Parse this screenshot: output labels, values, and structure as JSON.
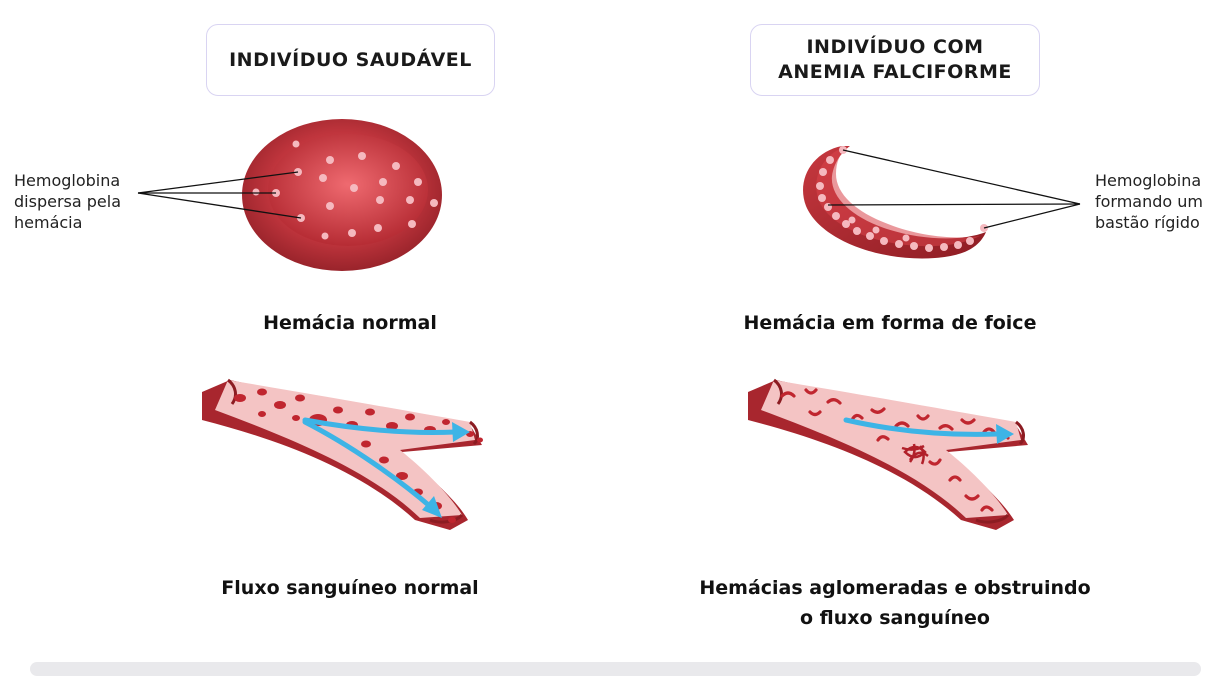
{
  "titles": {
    "left": "INDIVÍDUO SAUDÁVEL",
    "right_line1": "INDIVÍDUO COM",
    "right_line2": "ANEMIA FALCIFORME"
  },
  "annotations": {
    "left": [
      "Hemoglobina",
      "dispersa pela",
      "hemácia"
    ],
    "right": [
      "Hemoglobina",
      "formando um",
      "bastão rígido"
    ]
  },
  "captions": {
    "normal_cell": "Hemácia normal",
    "sickle_cell": "Hemácia em forma de foice",
    "normal_flow": "Fluxo sanguíneo normal",
    "obstructed_flow_line1": "Hemácias aglomeradas e obstruindo",
    "obstructed_flow_line2": "o fluxo sanguíneo"
  },
  "colors": {
    "cell_red": "#b52a33",
    "cell_dark": "#7e1a20",
    "hemoglobin_dot": "#f5b9bf",
    "vessel_wall": "#a8262e",
    "vessel_lumen": "#f4c4c4",
    "flow_arrow": "#3db4e6",
    "box_border": "#d9d4f2"
  }
}
